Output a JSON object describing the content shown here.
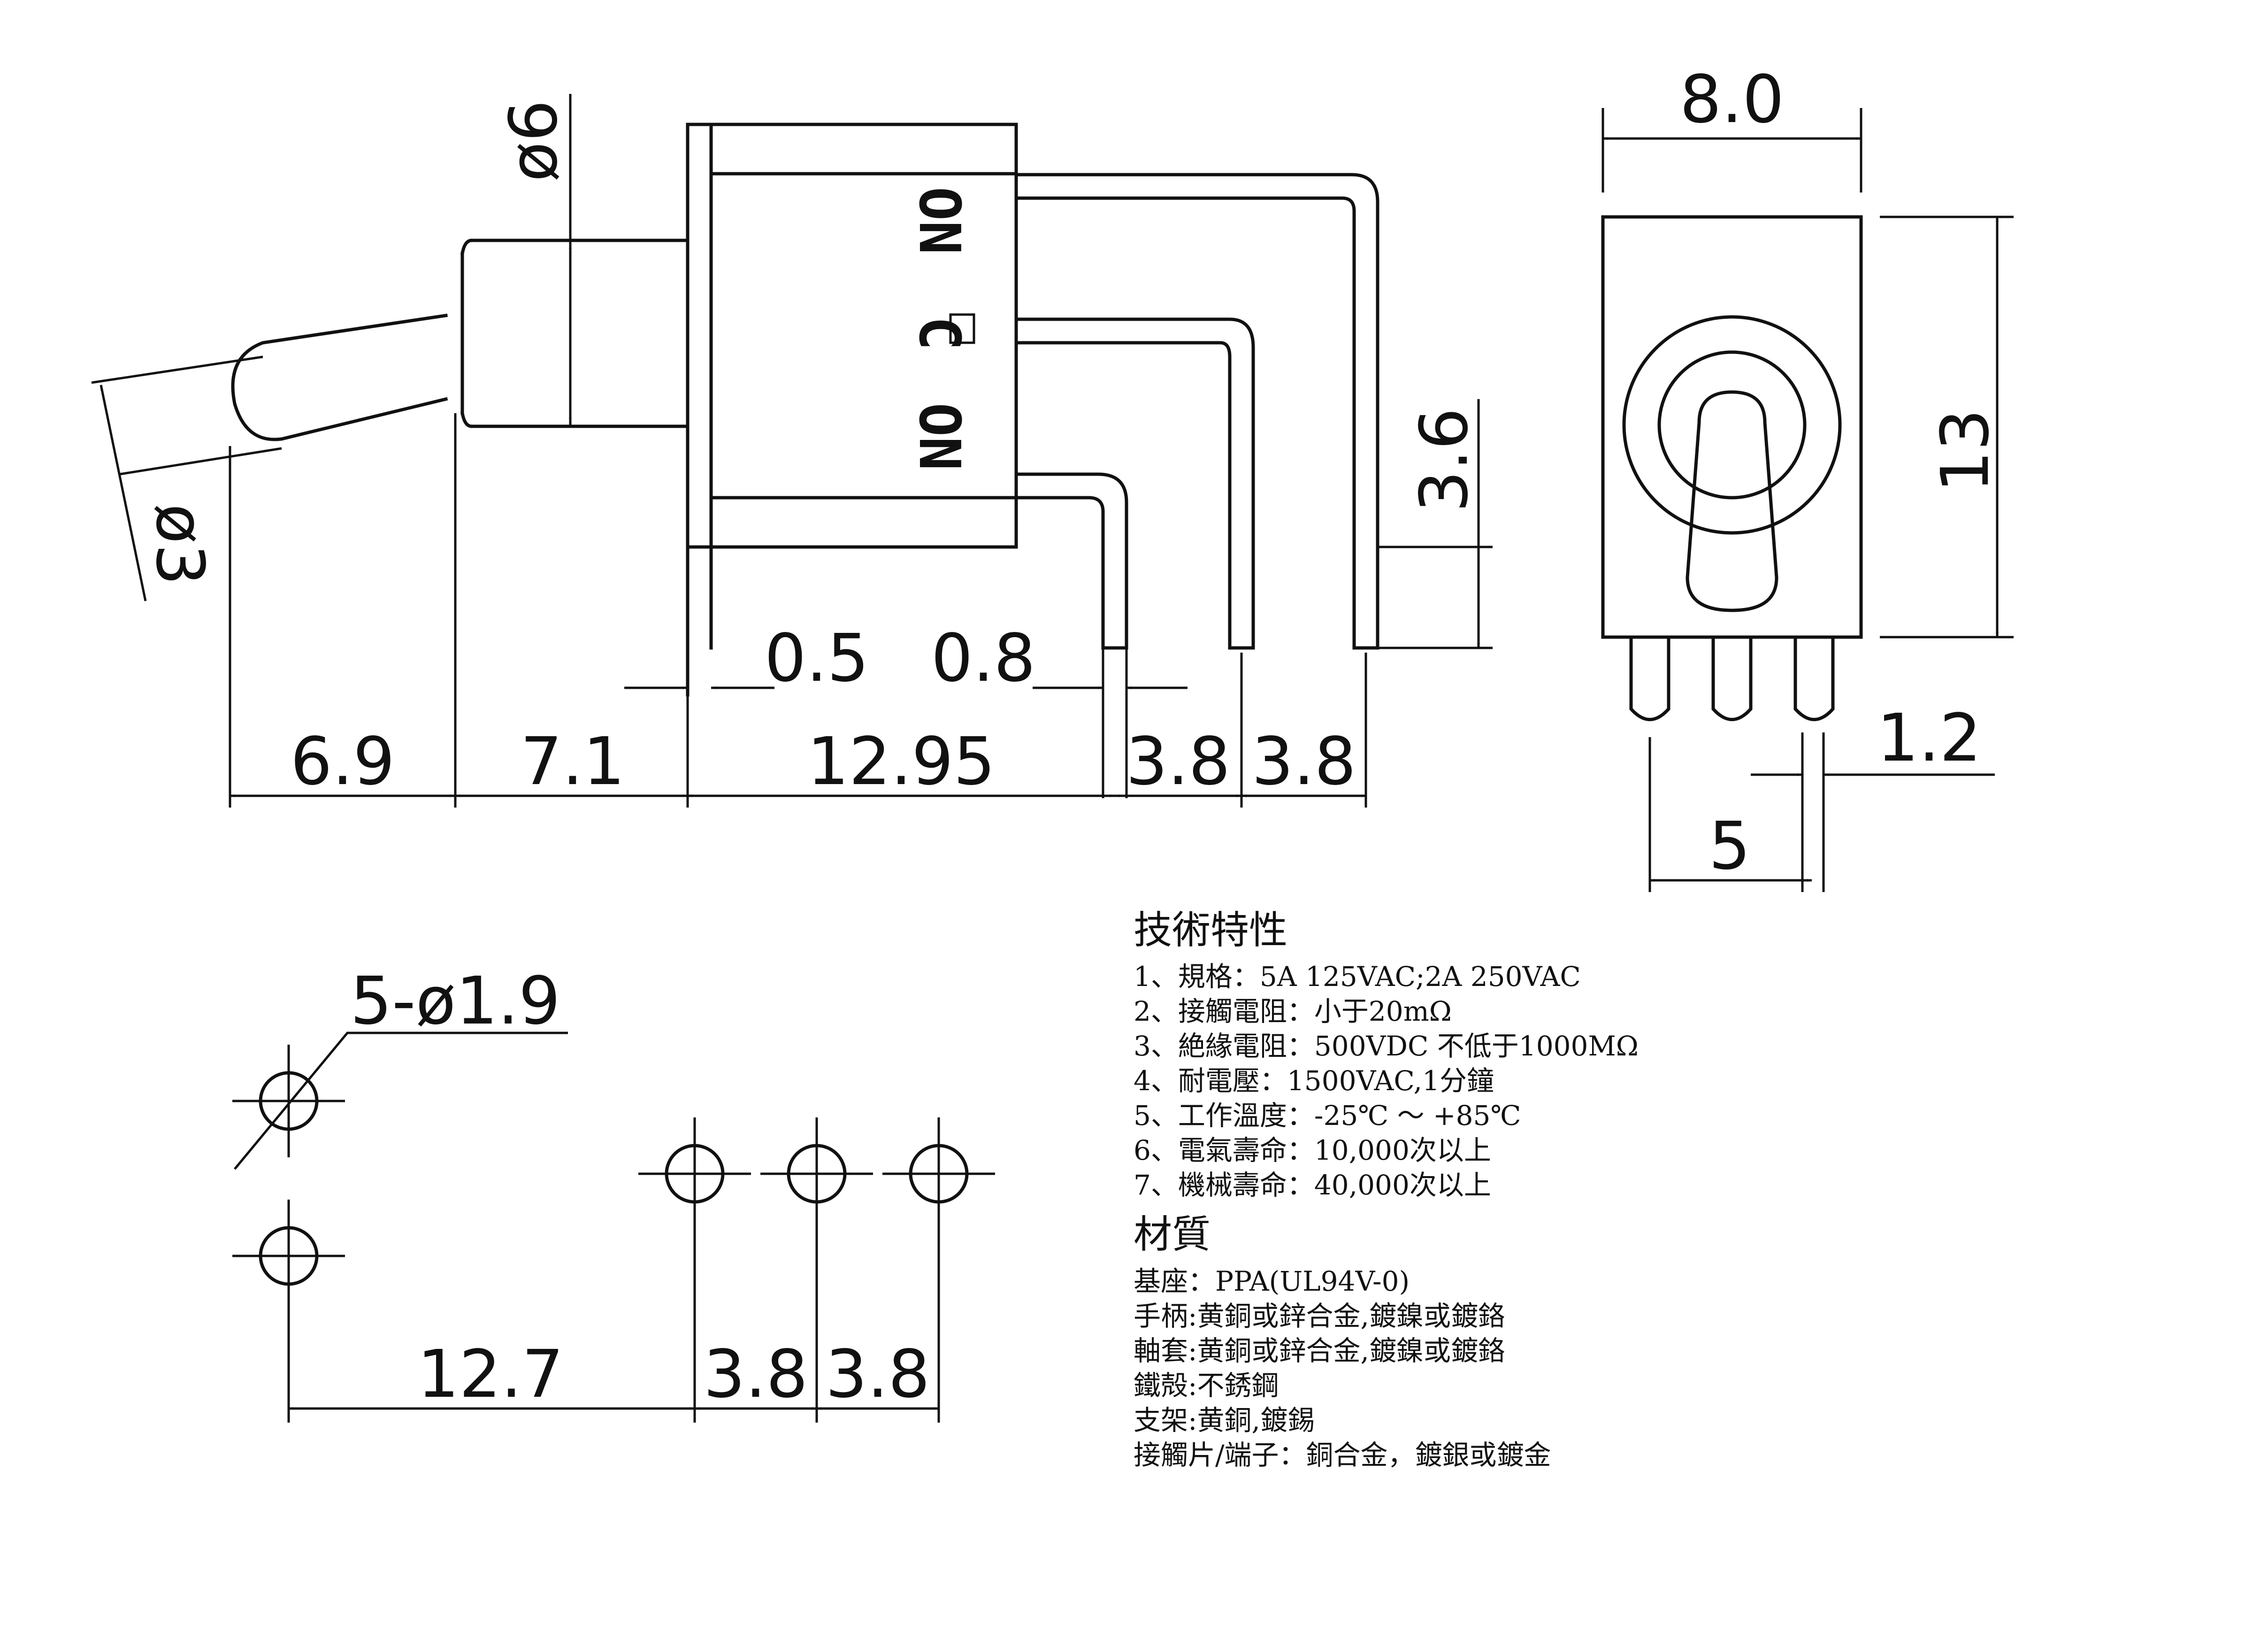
{
  "side_view": {
    "dims": {
      "phi6": "ø6",
      "phi3": "ø3",
      "d3_6": "3.6",
      "d0_5": "0.5",
      "d0_8": "0.8",
      "d6_9": "6.9",
      "d7_1": "7.1",
      "d12_95": "12.95",
      "d3_8a": "3.8",
      "d3_8b": "3.8"
    },
    "marks": {
      "on_top": "ON",
      "center": "C",
      "on_bottom": "ON"
    }
  },
  "front_view": {
    "dims": {
      "d8_0": "8.0",
      "d13": "13",
      "d1_2": "1.2",
      "d5": "5"
    }
  },
  "pcb_layout": {
    "dims": {
      "holes": "5-ø1.9",
      "d12_7": "12.7",
      "d3_8a": "3.8",
      "d3_8b": "3.8"
    }
  },
  "specs": {
    "tech_title": "技術特性",
    "tech_items": [
      "1、規格：5A 125VAC;2A 250VAC",
      "2、接觸電阻：小于20mΩ",
      "3、絶緣電阻：500VDC 不低于1000MΩ",
      "4、耐電壓：1500VAC,1分鐘",
      "5、工作溫度：-25℃ ～ +85℃",
      "6、電氣壽命：10,000次以上",
      "7、機械壽命：40,000次以上"
    ],
    "material_title": "材質",
    "material_items": [
      "基座：PPA(UL94V-0)",
      "手柄:黄銅或鋅合金,鍍鎳或鍍鉻",
      "軸套:黄銅或鋅合金,鍍鎳或鍍鉻",
      "鐵殻:不銹鋼",
      "支架:黄銅,鍍錫",
      "接觸片/端子：銅合金，鍍銀或鍍金"
    ]
  }
}
